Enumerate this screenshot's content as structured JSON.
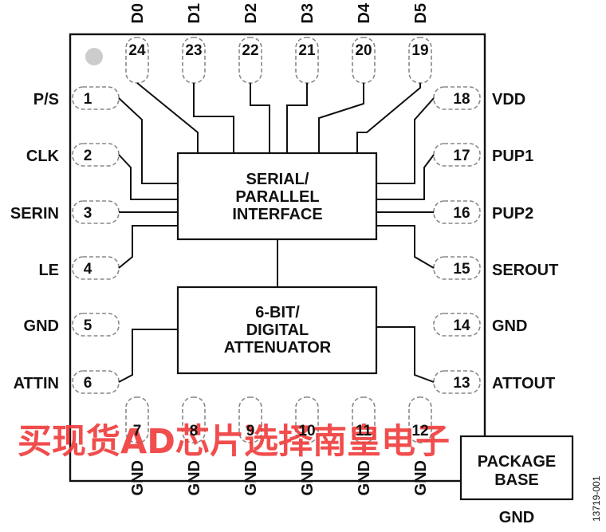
{
  "diagram": {
    "pins": {
      "left": [
        {
          "num": "1",
          "label": "P/S"
        },
        {
          "num": "2",
          "label": "CLK"
        },
        {
          "num": "3",
          "label": "SERIN"
        },
        {
          "num": "4",
          "label": "LE"
        },
        {
          "num": "5",
          "label": "GND"
        },
        {
          "num": "6",
          "label": "ATTIN"
        }
      ],
      "right": [
        {
          "num": "18",
          "label": "VDD"
        },
        {
          "num": "17",
          "label": "PUP1"
        },
        {
          "num": "16",
          "label": "PUP2"
        },
        {
          "num": "15",
          "label": "SEROUT"
        },
        {
          "num": "14",
          "label": "GND"
        },
        {
          "num": "13",
          "label": "ATTOUT"
        }
      ],
      "top": [
        {
          "num": "24",
          "label": "D0"
        },
        {
          "num": "23",
          "label": "D1"
        },
        {
          "num": "22",
          "label": "D2"
        },
        {
          "num": "21",
          "label": "D3"
        },
        {
          "num": "20",
          "label": "D4"
        },
        {
          "num": "19",
          "label": "D5"
        }
      ],
      "bottom": [
        {
          "num": "7",
          "label": "GND"
        },
        {
          "num": "8",
          "label": "GND"
        },
        {
          "num": "9",
          "label": "GND"
        },
        {
          "num": "10",
          "label": "GND"
        },
        {
          "num": "11",
          "label": "GND"
        },
        {
          "num": "12",
          "label": "GND"
        }
      ]
    },
    "blocks": {
      "serial_parallel": [
        "SERIAL/",
        "PARALLEL",
        "INTERFACE"
      ],
      "attenuator": [
        "6-BIT/",
        "DIGITAL",
        "ATTENUATOR"
      ],
      "package_base": [
        "PACKAGE",
        "BASE"
      ]
    },
    "package_base_pin": "GND",
    "figure_number": "13719-001",
    "watermark": "买现货AD芯片选择南皇电子"
  }
}
